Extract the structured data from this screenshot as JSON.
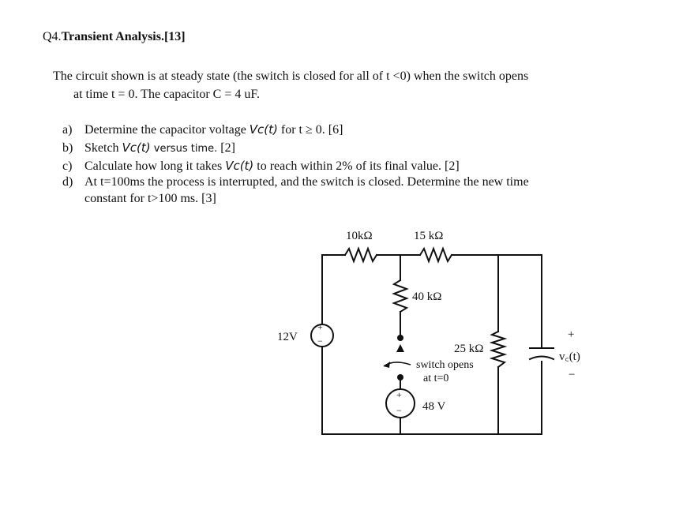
{
  "question": {
    "number": "Q4.",
    "title": "Transient Analysis.[13]"
  },
  "intro": {
    "line1": "The circuit shown is at steady state (the switch is closed for all of t <0) when the switch opens",
    "line2": "at time t = 0. The capacitor C = 4 uF."
  },
  "items": [
    {
      "label": "a)",
      "pre": "Determine the capacitor voltage ",
      "math": "Vc(t)",
      "post": " for t ≥ 0. [6]"
    },
    {
      "label": "b)",
      "pre": "Sketch ",
      "math": "Vc(t)",
      "small": " versus time.",
      "post": " [2]"
    },
    {
      "label": "c)",
      "pre": "Calculate how long it takes ",
      "math": "Vc(t)",
      "post": "  to reach within 2% of its final value. [2]"
    },
    {
      "label": "d)",
      "line1": "At t=100ms the process is interrupted, and the switch is closed. Determine the new time",
      "line2": "constant for t>100 ms. [3]"
    }
  ],
  "circuit": {
    "r1": "10kΩ",
    "r2": "15 kΩ",
    "r3": "40 kΩ",
    "r4": "25 kΩ",
    "source1": "12V",
    "source2": "48 V",
    "switch_line1": "switch opens",
    "switch_line2": "at t=0",
    "vc_label": "v꜀(t)",
    "plus": "+",
    "minus": "−"
  }
}
